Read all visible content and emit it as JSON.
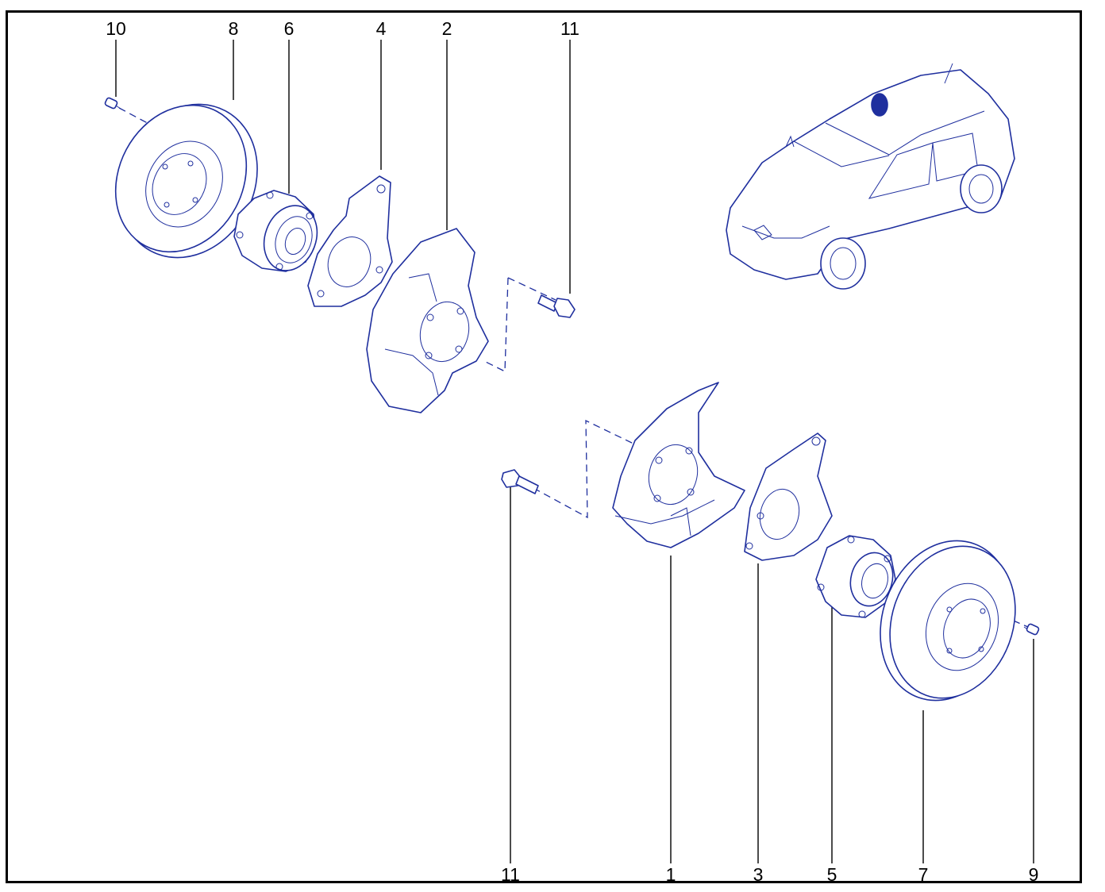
{
  "colors": {
    "line_ink": "#1f2f9e",
    "frame": "#000000",
    "background": "#ffffff"
  },
  "callouts": {
    "top": [
      "10",
      "8",
      "6",
      "4",
      "2",
      "11"
    ],
    "bottom": [
      "11",
      "1",
      "3",
      "5",
      "7",
      "9"
    ]
  },
  "parts": {
    "top_screw": "10",
    "top_disc": "8",
    "top_hub": "6",
    "top_plate": "4",
    "top_shield": "2",
    "top_bolt": "11",
    "bottom_bolt": "11",
    "bottom_shield": "1",
    "bottom_plate": "3",
    "bottom_hub": "5",
    "bottom_disc": "7",
    "bottom_screw": "9"
  }
}
